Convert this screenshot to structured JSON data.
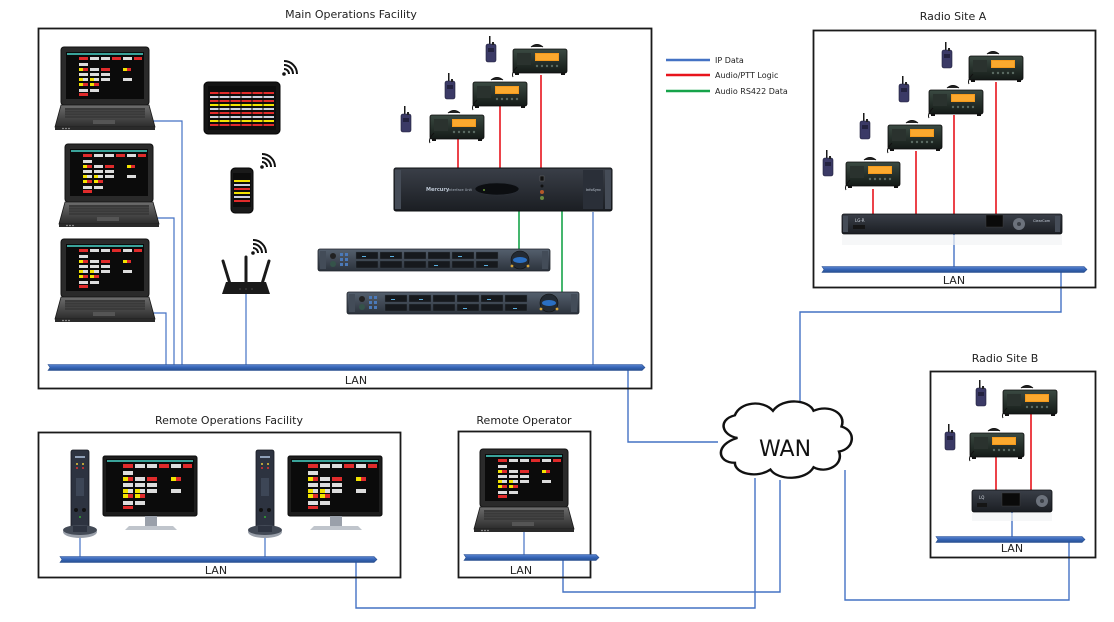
{
  "diagram": {
    "title": "Radio Dispatch Network Topology",
    "colors": {
      "ip_data": "#4472c4",
      "audio_ptt": "#e8141c",
      "audio_rs422": "#16a34a",
      "lan_bus": "#3f6dbf",
      "frame": "#1a1a1a"
    },
    "legend": [
      {
        "label": "IP Data",
        "color_key": "ip_data"
      },
      {
        "label": "Audio/PTT Logic",
        "color_key": "audio_ptt"
      },
      {
        "label": "Audio RS422 Data",
        "color_key": "audio_rs422"
      }
    ],
    "sites": {
      "main": {
        "title": "Main Operations Facility",
        "lan_label": "LAN",
        "devices": [
          "laptop-console-1",
          "laptop-console-2",
          "laptop-console-3",
          "tablet-wifi",
          "smartphone-wifi",
          "wifi-router",
          "mobile-radio-1",
          "mobile-radio-2",
          "mobile-radio-3",
          "handheld-radio-1",
          "handheld-radio-2",
          "handheld-radio-3",
          "radio-interface-unit",
          "rack-panel-1",
          "rack-panel-2"
        ],
        "interface_unit_label": "Mercury",
        "interface_unit_sublabel": "Interface Unit",
        "brand_label": "InfoSync"
      },
      "radio_a": {
        "title": "Radio Site A",
        "lan_label": "LAN",
        "gateway_label": "LG-R",
        "gateway_brand": "ClearCom",
        "mobile_radio_count": 4,
        "handheld_radio_count": 4
      },
      "radio_b": {
        "title": "Radio Site B",
        "lan_label": "LAN",
        "gateway_label": "LQ",
        "mobile_radio_count": 2,
        "handheld_radio_count": 2
      },
      "remote_ops": {
        "title": "Remote Operations Facility",
        "lan_label": "LAN",
        "workstation_count": 2
      },
      "remote_operator": {
        "title": "Remote Operator",
        "lan_label": "LAN"
      }
    },
    "wan": {
      "label": "WAN"
    }
  }
}
